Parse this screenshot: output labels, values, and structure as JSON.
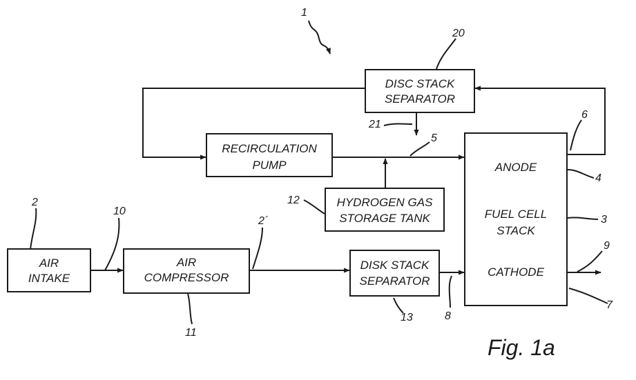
{
  "figure": {
    "caption": "Fig. 1a",
    "system_ref": "1"
  },
  "blocks": {
    "disc_stack_separator": {
      "line1": "DISC STACK",
      "line2": "SEPARATOR",
      "ref": "20"
    },
    "recirculation_pump": {
      "line1": "RECIRCULATION",
      "line2": "PUMP"
    },
    "hydrogen_tank": {
      "line1": "HYDROGEN GAS",
      "line2": "STORAGE TANK",
      "ref": "12"
    },
    "air_intake": {
      "line1": "AIR",
      "line2": "INTAKE",
      "ref": "2"
    },
    "air_compressor": {
      "line1": "AIR",
      "line2": "COMPRESSOR",
      "ref": "11"
    },
    "disk_stack_separator": {
      "line1": "DISK STACK",
      "line2": "SEPARATOR",
      "ref": "13"
    },
    "fuel_cell_stack": {
      "anode": "ANODE",
      "stack_line1": "FUEL CELL",
      "stack_line2": "STACK",
      "cathode": "CATHODE",
      "ref": "3",
      "anode_ref": "4",
      "anode_outlet_ref": "6",
      "cathode_outlet_ref": "7"
    }
  },
  "lines": {
    "anode_feed_ref": "5",
    "separator_drain_ref": "21",
    "intake_to_compressor_ref": "10",
    "compressor_outlet_ref": "2´",
    "cathode_inlet_ref": "8",
    "cathode_exhaust_ref": "9"
  }
}
